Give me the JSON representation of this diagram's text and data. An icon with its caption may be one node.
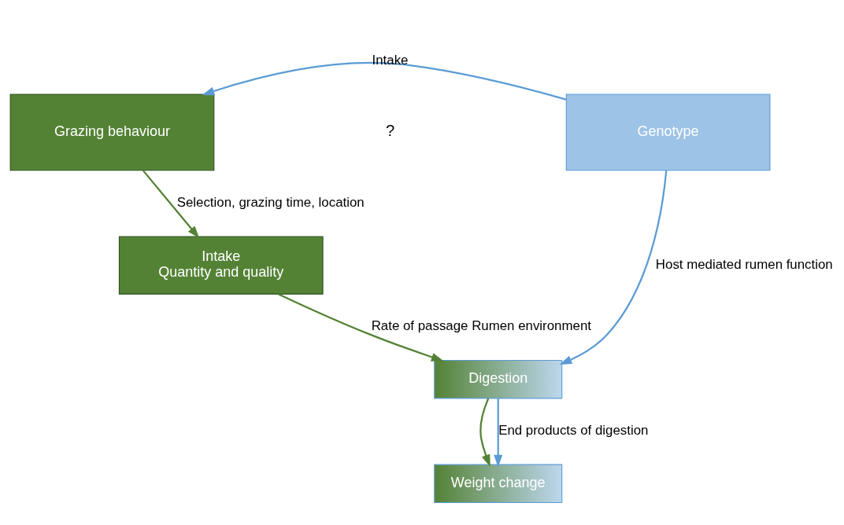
{
  "diagram": {
    "nodes": [
      {
        "text": [
          "Grazing behaviour"
        ]
      },
      {
        "text": [
          "Genotype"
        ]
      },
      {
        "text": [
          "Intake",
          "Quantity and quality"
        ]
      },
      {
        "text": [
          "Digestion"
        ]
      },
      {
        "text": [
          "Weight change"
        ]
      }
    ],
    "edges": [
      {
        "from": 1,
        "to": 0,
        "arrow": "to",
        "label": "Intake",
        "color": "#5b9bd5"
      },
      {
        "from": 0,
        "to": 2,
        "arrow": "to",
        "label": "Selection, grazing time, location",
        "color": "#548235"
      },
      {
        "from": 2,
        "to": 3,
        "arrow": "to",
        "label": "Rate of passage Rumen environment",
        "color": "#548235"
      },
      {
        "from": 1,
        "to": 3,
        "arrow": "to",
        "label": "Host mediated rumen function",
        "color": "#5b9bd5"
      },
      {
        "from": 3,
        "to": 4,
        "arrow": "to",
        "color": "#548235"
      },
      {
        "from": 3,
        "to": 4,
        "arrow": "to",
        "label": "End products of digestion",
        "color": "#5b9bd5"
      }
    ],
    "labels": [
      "?"
    ]
  }
}
